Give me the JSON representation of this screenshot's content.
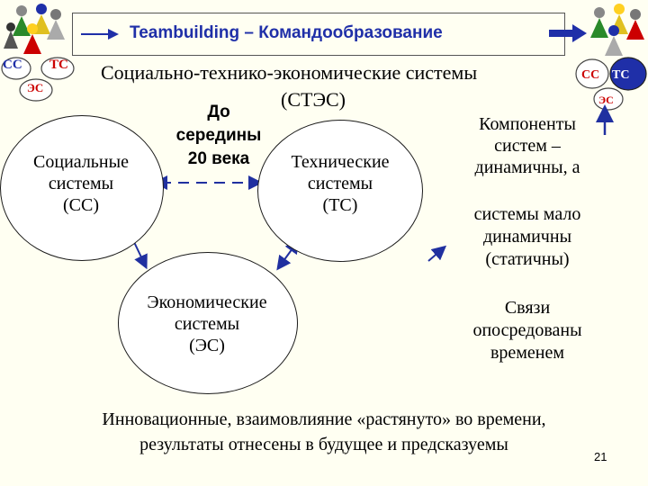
{
  "colors": {
    "background": "#FFFFF2",
    "accent_red": "#CC0000",
    "accent_blue": "#1F2FA8",
    "arrow_blue": "#2030A0"
  },
  "title": "Teambuilding – Командообразование",
  "heading": "Социально-технико-экономические системы",
  "heading_abbr": "(СТЭС)",
  "left_logo": {
    "cc": "СС",
    "tc": "ТС",
    "ec": "ЭС"
  },
  "right_logo": {
    "cc": "СС",
    "tc": "ТС",
    "ec": "ЭС"
  },
  "circles": {
    "social": "Социальные\nсистемы\n(СС)",
    "technical": "Технические\nсистемы\n(ТС)",
    "economic": "Экономические\nсистемы\n(ЭС)"
  },
  "mid_note": "До\nсередины\n20 века",
  "right_notes": {
    "components": "Компоненты\nсистем –\nдинамичны, а",
    "static": "системы мало\nдинамичны\n(статичны)",
    "links": "Связи\nопосредованы\nвременем"
  },
  "bottom_text": "Инновационные, взаимовлияние «растянуто» во времени,\nрезультаты отнесены в будущее и предсказуемы",
  "page_number": "21"
}
